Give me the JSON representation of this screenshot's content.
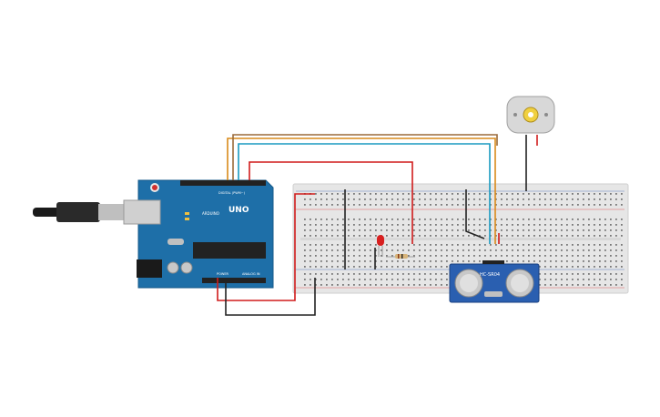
{
  "arduino": {
    "logo": "UNO",
    "brand": "ARDUINO",
    "digital_header_label": "DIGITAL (PWM~)",
    "power_label": "POWER",
    "analog_label": "ANALOG IN",
    "board_color": "#1e6fa8",
    "chip_color": "#222222"
  },
  "sensor": {
    "model": "HC-SR04",
    "board_color": "#2a5fb0"
  },
  "led": {
    "color": "#d82020"
  },
  "motor": {
    "hub_color": "#f0d040"
  },
  "wires": {
    "orange": "#d98a1a",
    "brown": "#9a6a3a",
    "teal": "#1a9ac0",
    "red": "#d01c1c",
    "black": "#222222"
  },
  "breadboard": {
    "body_color": "#e6e6e6",
    "rail_red": "#e06060",
    "rail_blue": "#6080c0"
  }
}
